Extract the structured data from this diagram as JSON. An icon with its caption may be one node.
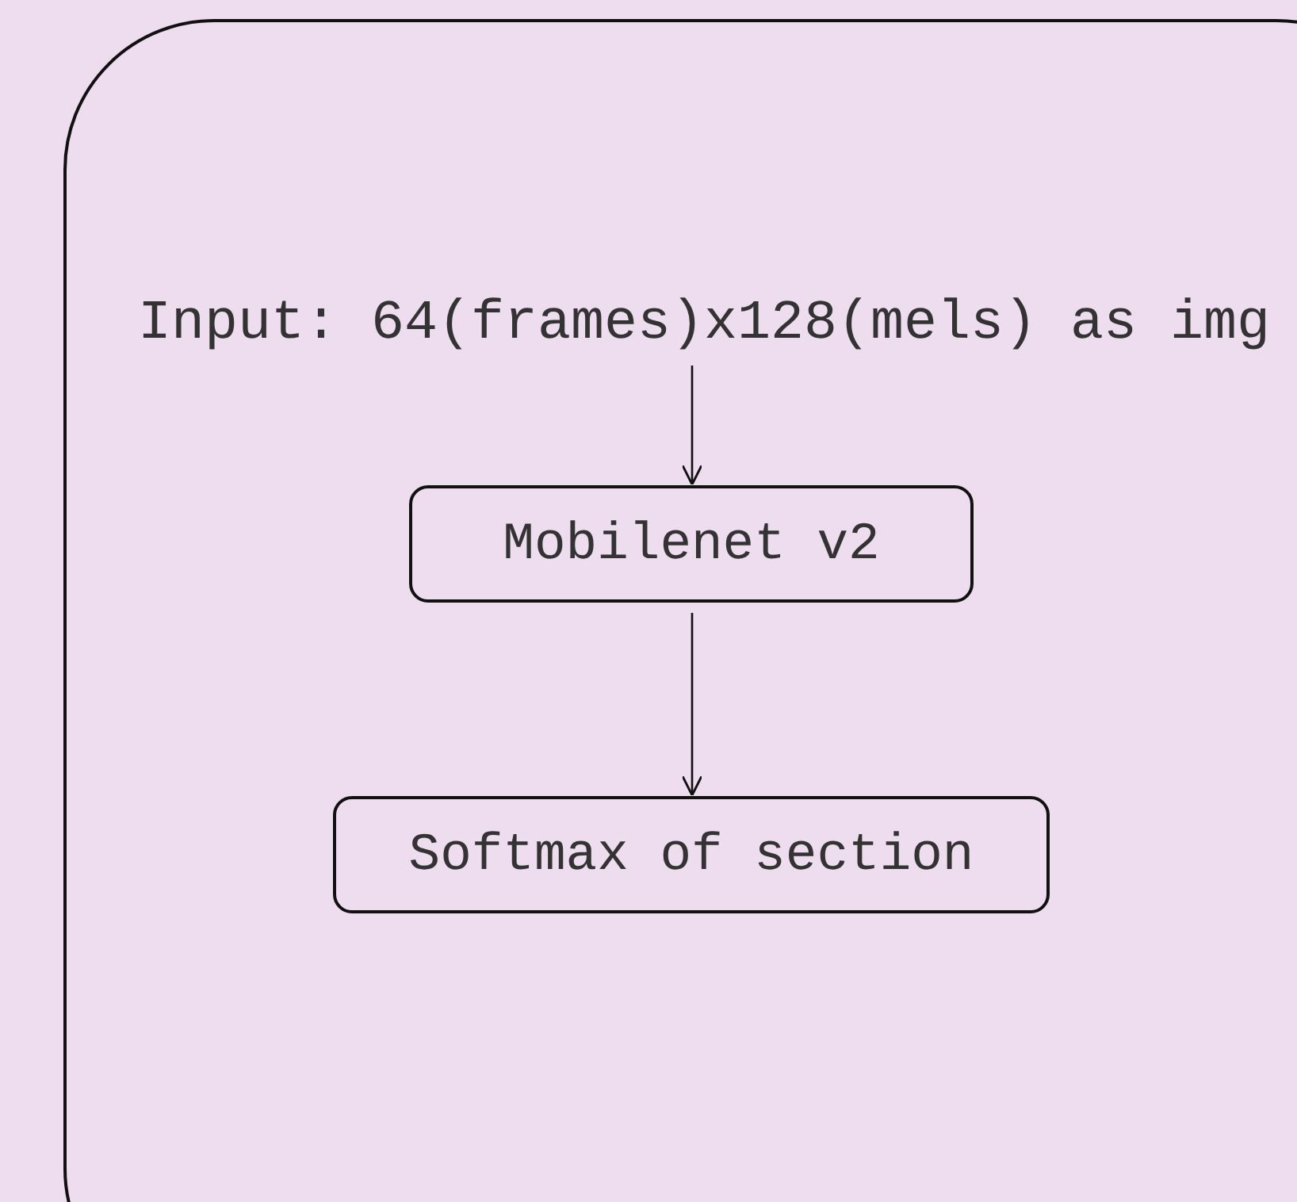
{
  "diagram": {
    "nodes": [
      {
        "text": [],
        "shape": "box"
      },
      {
        "text": [
          "Input: 64(frames)x128(mels) as img"
        ],
        "in": 0
      },
      {
        "text": [
          "Mobilenet v2"
        ],
        "in": 0
      },
      {
        "text": [
          "Softmax of section"
        ],
        "in": 0
      }
    ],
    "edges": [
      {
        "from": 1,
        "to": 2,
        "arrow": "to"
      },
      {
        "from": 2,
        "to": 3,
        "arrow": "to"
      }
    ]
  }
}
